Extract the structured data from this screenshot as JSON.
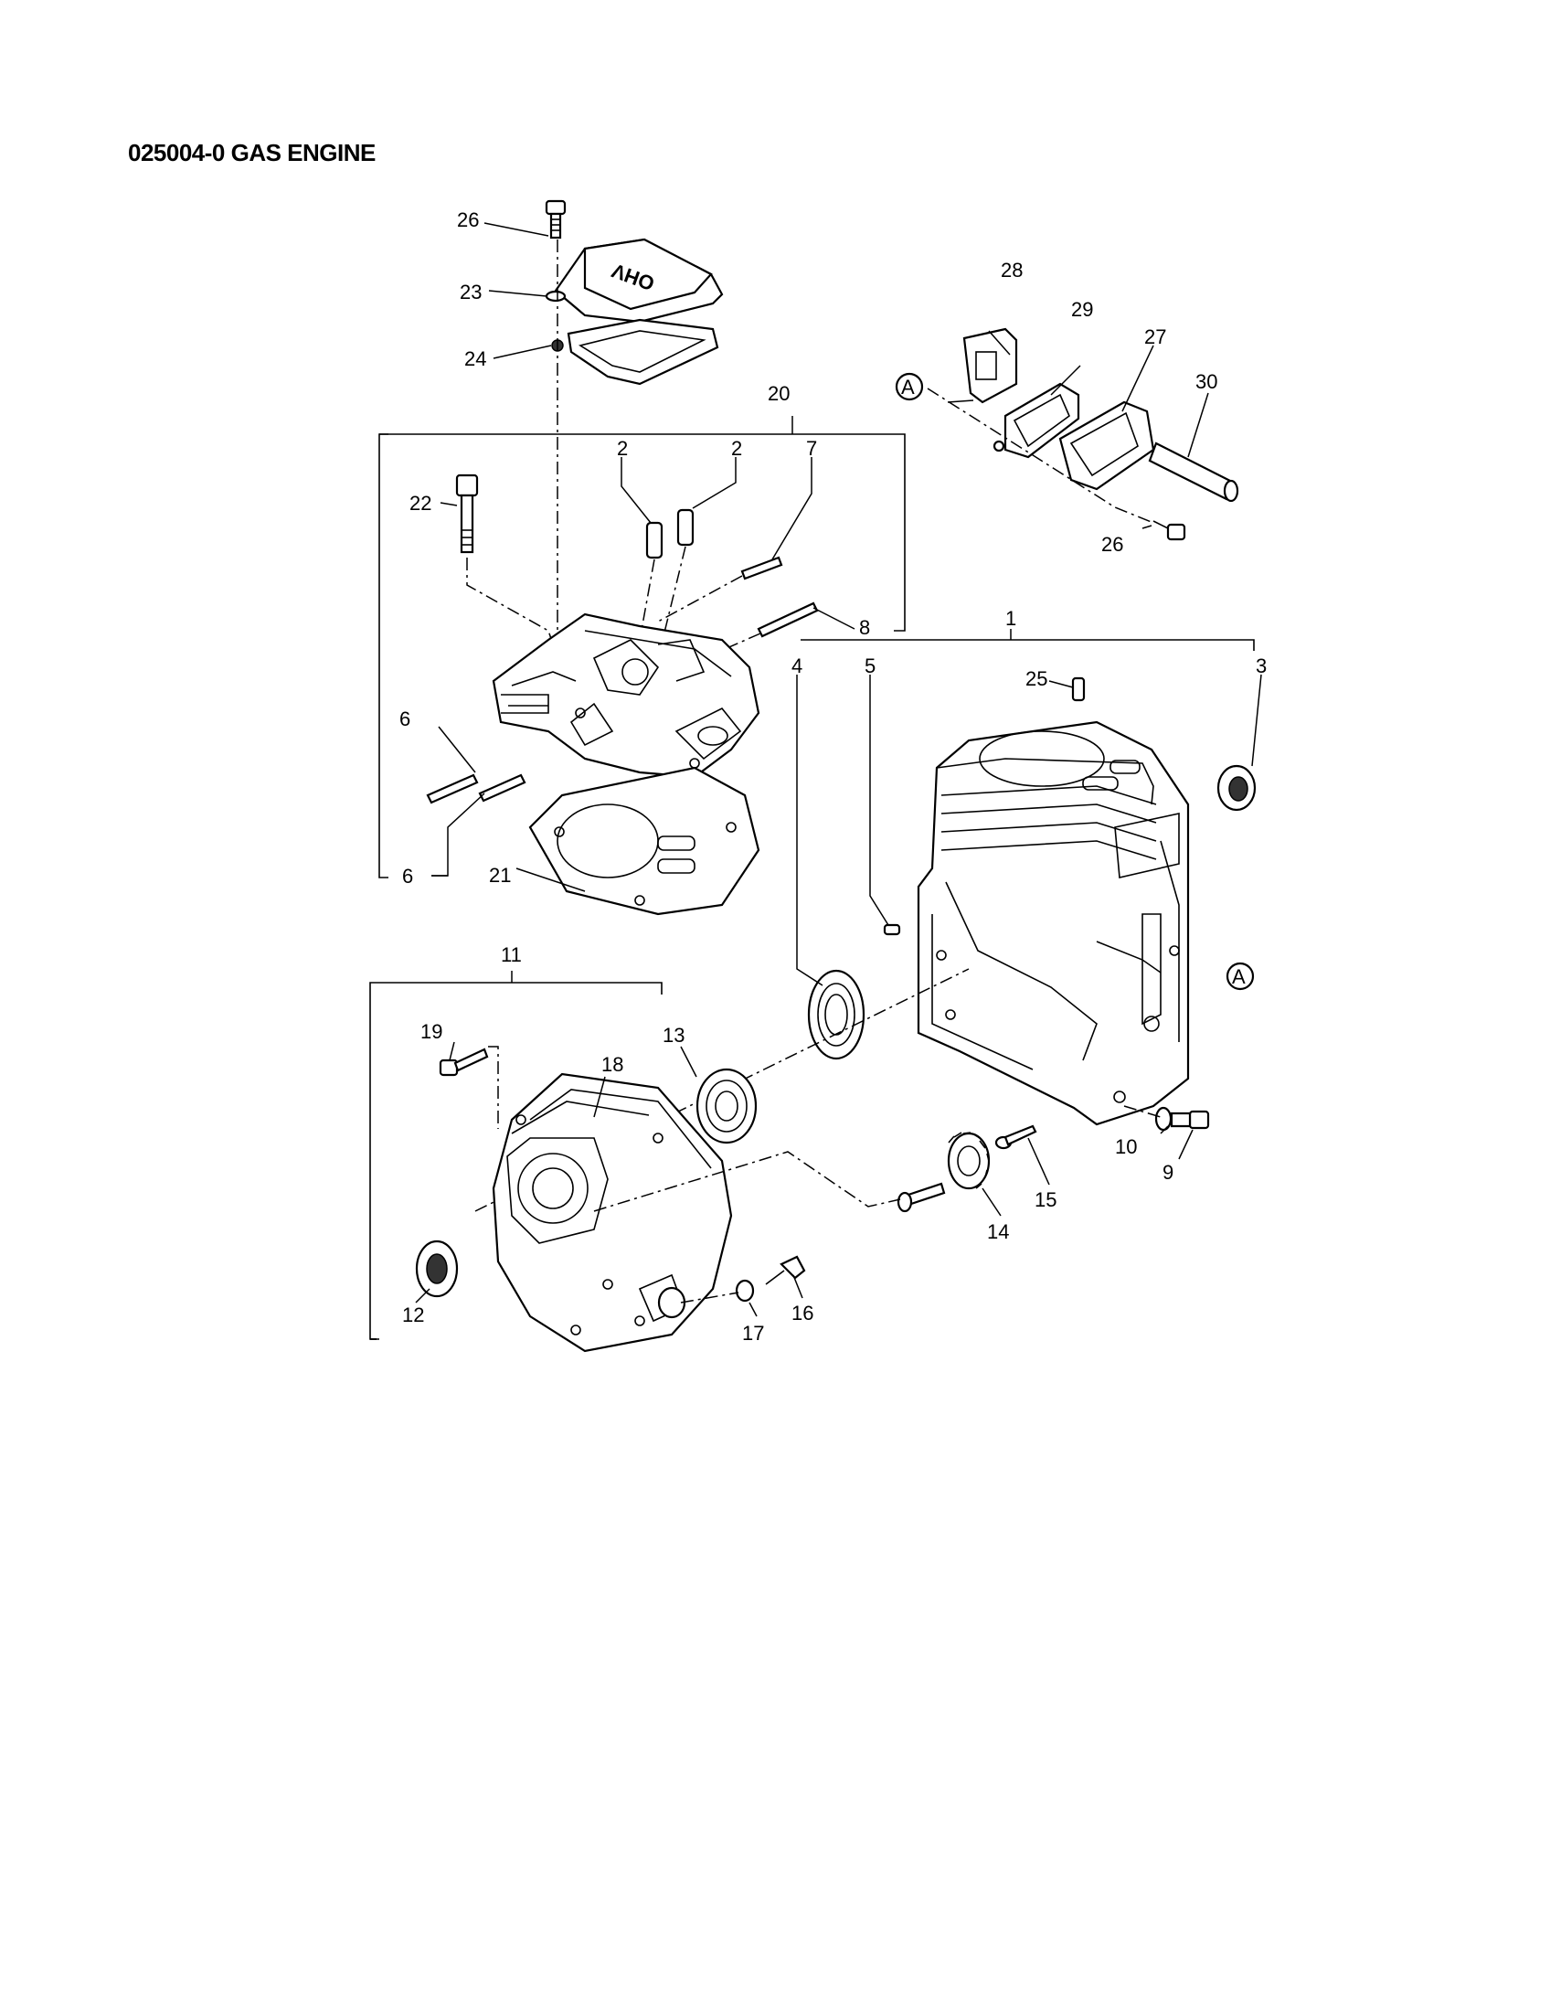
{
  "title": "025004-0 GAS ENGINE",
  "callouts": {
    "c1": "1",
    "c2a": "2",
    "c2b": "2",
    "c3": "3",
    "c4": "4",
    "c5": "5",
    "c6a": "6",
    "c6b": "6",
    "c7": "7",
    "c8": "8",
    "c9": "9",
    "c10": "10",
    "c11": "11",
    "c12": "12",
    "c13": "13",
    "c14": "14",
    "c15": "15",
    "c16": "16",
    "c17": "17",
    "c18": "18",
    "c19": "19",
    "c20": "20",
    "c21": "21",
    "c22": "22",
    "c23": "23",
    "c24": "24",
    "c25": "25",
    "c26a": "26",
    "c26b": "26",
    "c27": "27",
    "c28": "28",
    "c29": "29",
    "c30": "30"
  },
  "refs": {
    "ref_a1": "A",
    "ref_a2": "A"
  },
  "cover_stamp": "OHV"
}
